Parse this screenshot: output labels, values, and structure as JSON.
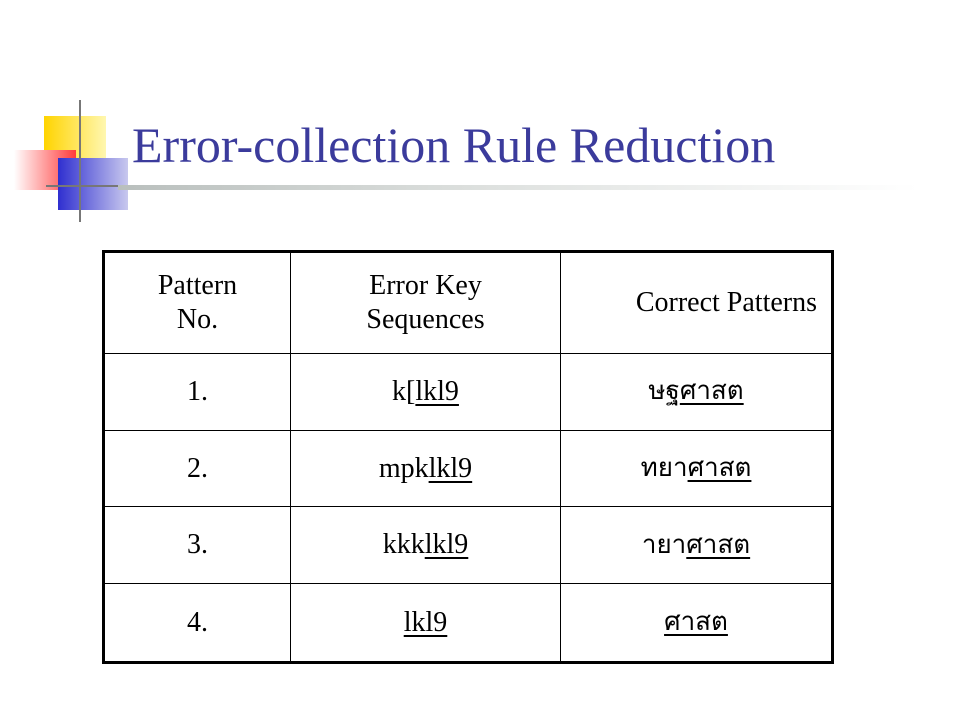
{
  "slide": {
    "title": "Error-collection Rule Reduction"
  },
  "colors": {
    "title": "#3b3b9c",
    "logo_yellow": "#ffd400",
    "logo_red": "#ff4040",
    "logo_blue": "#3c3cd4"
  },
  "table": {
    "headers": {
      "pattern_no": [
        "Pattern",
        "No."
      ],
      "error_key": [
        "Error Key",
        "Sequences"
      ],
      "correct": "Correct Patterns"
    },
    "rows": [
      {
        "no": "1.",
        "seq_plain": "k[",
        "seq_under": "lkl9",
        "thai_plain": "ษฐ",
        "thai_under": "ศาสต"
      },
      {
        "no": "2.",
        "seq_plain": "mpk",
        "seq_under": "lkl9",
        "thai_plain": "ทยา",
        "thai_under": "ศาสต"
      },
      {
        "no": "3.",
        "seq_plain": "kkk",
        "seq_under": "lkl9",
        "thai_plain": "ายา",
        "thai_under": "ศาสต"
      },
      {
        "no": "4.",
        "seq_plain": "",
        "seq_under": "lkl9",
        "thai_plain": "",
        "thai_under": "ศาสต"
      }
    ]
  }
}
